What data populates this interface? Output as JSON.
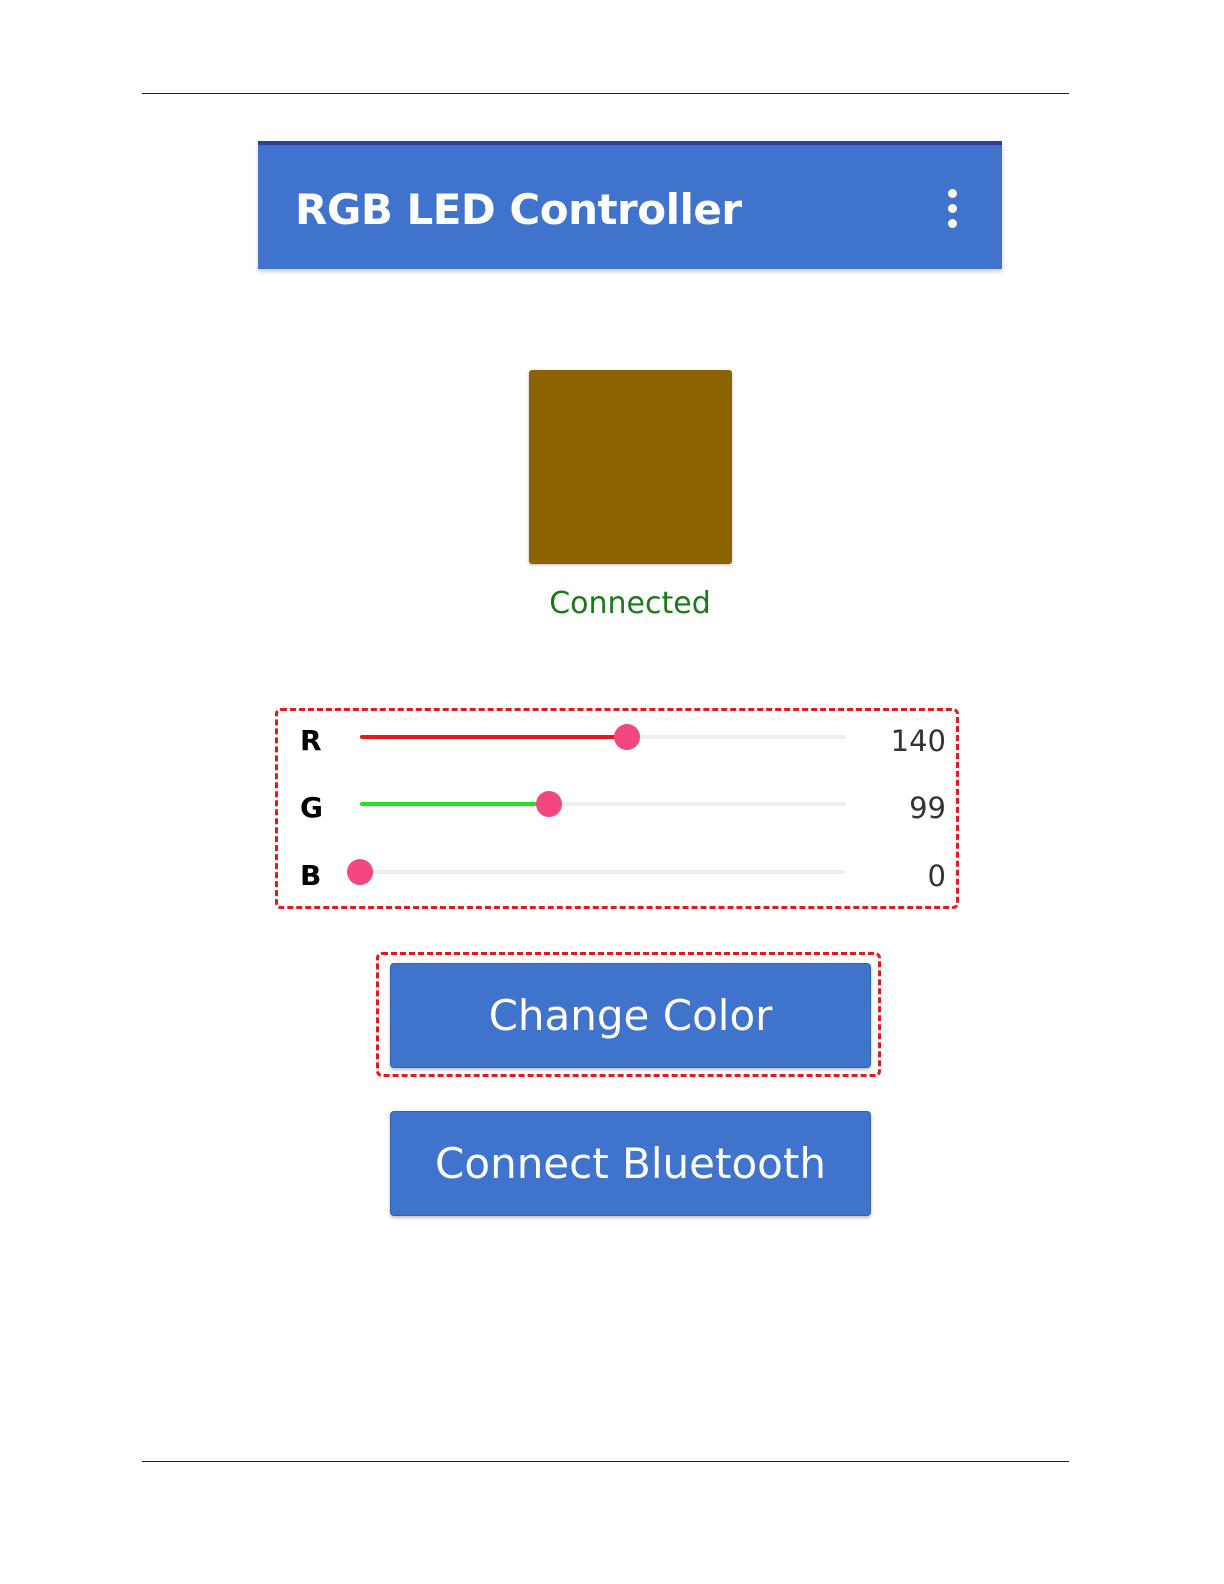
{
  "appbar": {
    "title": "RGB LED Controller",
    "menu_icon": "overflow-menu-icon",
    "color": "#3f73cc"
  },
  "preview": {
    "color": "#8c6300"
  },
  "status": {
    "text": "Connected",
    "color": "#1a7a1a"
  },
  "sliders": [
    {
      "label": "R",
      "value": "140",
      "max": 255,
      "fill_color": "#e61919"
    },
    {
      "label": "G",
      "value": "99",
      "max": 255,
      "fill_color": "#1ee61e"
    },
    {
      "label": "B",
      "value": "0",
      "max": 255,
      "fill_color": "#1a5ce6"
    }
  ],
  "thumb_color": "#f5477f",
  "buttons": {
    "change_color": "Change Color",
    "connect_bluetooth": "Connect Bluetooth"
  }
}
